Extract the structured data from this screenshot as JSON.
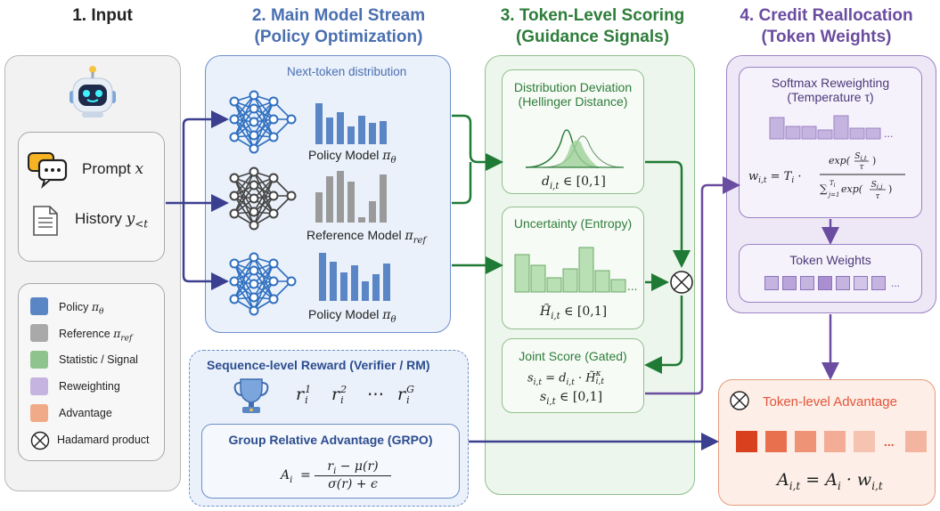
{
  "sections": {
    "input": {
      "title": "1. Input"
    },
    "main": {
      "title_line1": "2. Main Model Stream",
      "title_line2": "(Policy Optimization)",
      "dist_label": "Next-token distribution",
      "policy_label": "Policy Model",
      "policy_sym": "π",
      "policy_sub": "θ",
      "ref_label": "Reference Model",
      "ref_sym": "π",
      "ref_sub": "ref"
    },
    "scoring": {
      "title_line1": "3. Token-Level Scoring",
      "title_line2": "(Guidance Signals)",
      "deviation_line1": "Distribution Deviation",
      "deviation_line2": "(Hellinger Distance)",
      "deviation_formula": "d",
      "deviation_sub": "i,t",
      "deviation_range": " ∈ [0,1]",
      "uncertainty_title": "Uncertainty (Entropy)",
      "uncertainty_formula": "H̃",
      "uncertainty_sub": "i,t",
      "uncertainty_range": " ∈ [0,1]",
      "joint_title": "Joint Score (Gated)",
      "joint_formula_s": "s",
      "joint_formula_sub": "i,t",
      "joint_formula_eq": " = ",
      "joint_formula_d": "d",
      "joint_formula_dsub": "i,t",
      "joint_formula_dot": " · ",
      "joint_formula_h": "H̃",
      "joint_formula_hsup": "κ",
      "joint_formula_hsub": "i,t",
      "joint_range_s": "s",
      "joint_range_sub": "i,t",
      "joint_range": " ∈ [0,1]"
    },
    "credit": {
      "title_line1": "4. Credit Reallocation",
      "title_line2": "(Token Weights)",
      "softmax_line1": "Softmax Reweighting",
      "softmax_line2": "(Temperature τ)",
      "token_weights": "Token Weights",
      "ellipsis": "..."
    },
    "advantage": {
      "title": "Token-level Advantage",
      "formula_lhs": "A",
      "formula_lhs_sub": "i,t",
      "formula_rhs": " = A",
      "formula_rhs_sub": "i",
      "formula_dot": " · w",
      "formula_w_sub": "i,t",
      "ellipsis": "..."
    }
  },
  "input": {
    "prompt_label": "Prompt",
    "prompt_sym": "x",
    "history_label": "History",
    "history_sym": "y",
    "history_sub": "<t"
  },
  "legend": [
    {
      "label": "Policy",
      "sym": "π",
      "sub": "θ",
      "color": "#5b86c5"
    },
    {
      "label": "Reference",
      "sym": "π",
      "sub": "ref",
      "color": "#a9a9a9"
    },
    {
      "label": "Statistic / Signal",
      "sym": "",
      "sub": "",
      "color": "#8fc38d"
    },
    {
      "label": "Reweighting",
      "sym": "",
      "sub": "",
      "color": "#c6b4e0"
    },
    {
      "label": "Advantage",
      "sym": "",
      "sub": "",
      "color": "#f1aa88"
    },
    {
      "label": "Hadamard product",
      "sym": "",
      "sub": "",
      "color": "none"
    }
  ],
  "reward": {
    "title": "Sequence-level Reward (Verifier / RM)",
    "terms": [
      "r",
      "r",
      "⋯",
      "r"
    ],
    "subs": [
      "i",
      "i",
      "",
      "i"
    ],
    "sups": [
      "1",
      "2",
      "",
      "G"
    ],
    "grpo_title": "Group Relative Advantage (GRPO)",
    "grpo_lhs": "A",
    "grpo_lhs_sub": "i",
    "grpo_eq": "=",
    "grpo_num": "r",
    "grpo_num_sub": "i",
    "grpo_num_rest": " − μ(r)",
    "grpo_den": "σ(r) + ϵ"
  },
  "colors": {
    "blue": "#4a78c0",
    "gray": "#9a9a9a",
    "green": "#1f7a35",
    "purple": "#6a4ca0",
    "orange": "#e3553a",
    "nav": "#3b3f8f"
  }
}
